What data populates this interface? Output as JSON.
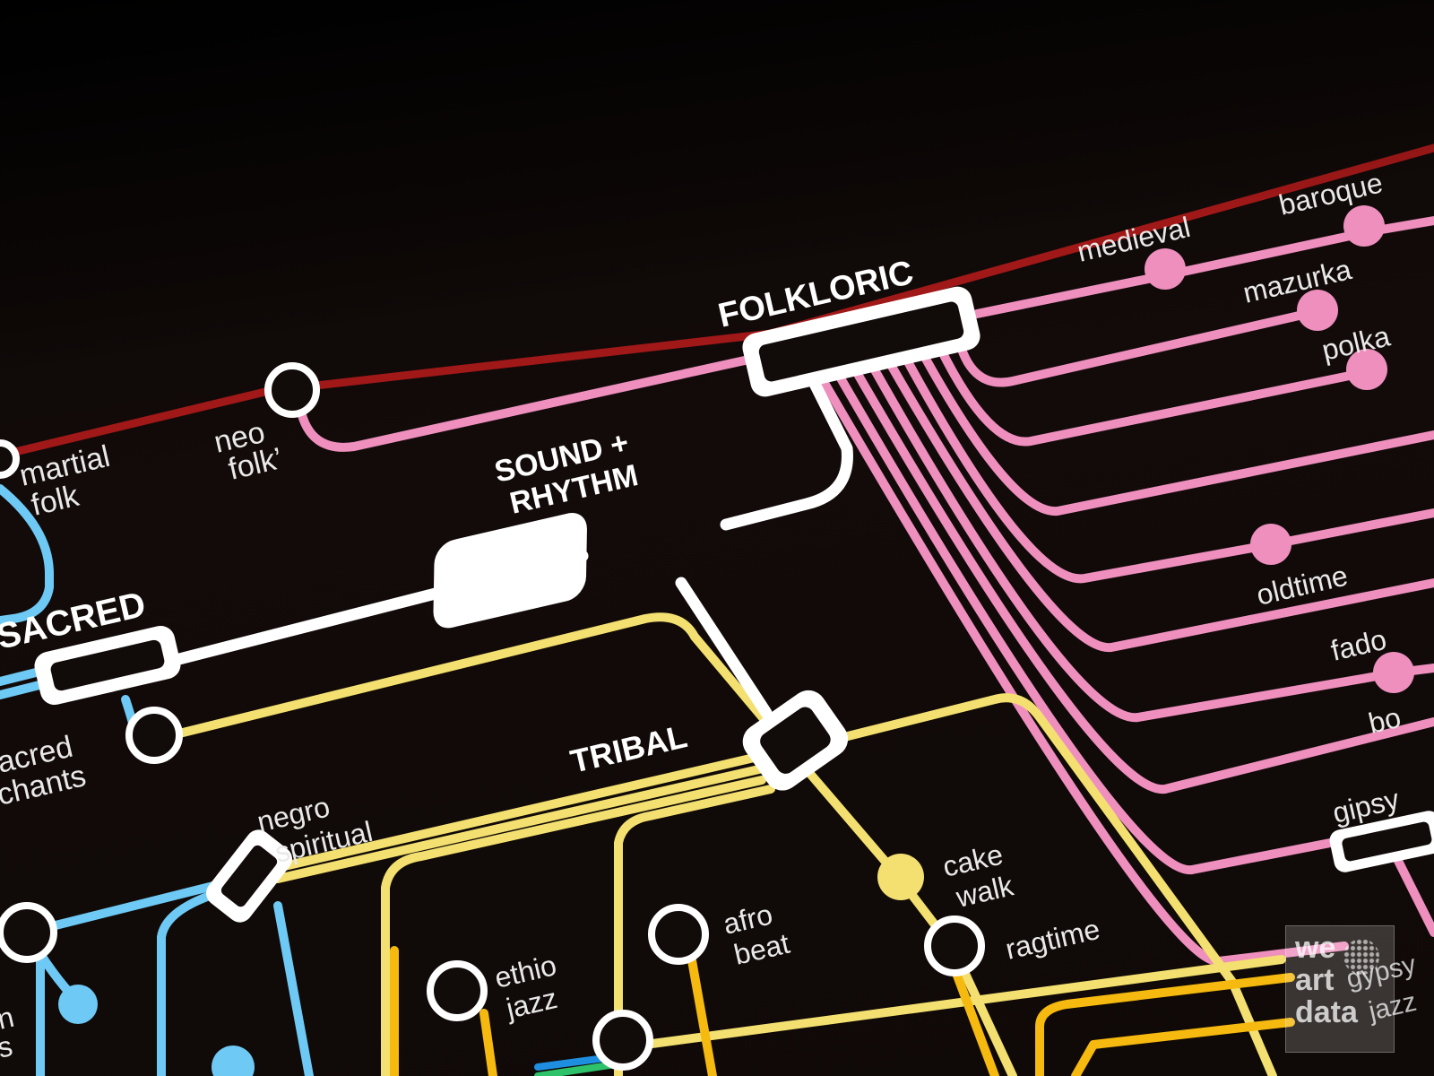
{
  "colors": {
    "background": "#110b09",
    "red": "#a01818",
    "pink": "#ee8fbe",
    "blue": "#6ec9f5",
    "yellow": "#f3e070",
    "orange": "#f5b90f",
    "white": "#ffffff"
  },
  "hubs": {
    "folkloric": "FOLKLORIC",
    "sound_rhythm_line1": "SOUND +",
    "sound_rhythm_line2": "RHYTHM",
    "sacred": "SACRED",
    "tribal": "TRIBAL"
  },
  "stations": {
    "martial_folk": [
      "martial",
      "folk"
    ],
    "neo_folk": [
      "neo",
      "folk’"
    ],
    "medieval": "medieval",
    "baroque": "baroque",
    "mazurka": "mazurka",
    "polka": "polka",
    "oldtime": "oldtime",
    "fado": "fado",
    "bolero": "bo",
    "gipsy": "gipsy",
    "gipsy_jazz": [
      "gypsy",
      "jazz"
    ],
    "sacred_chants": [
      "acred",
      "chants"
    ],
    "negro_spiritual": [
      "negro",
      "spiritual"
    ],
    "cake_walk": [
      "cake",
      "walk"
    ],
    "afro_beat": [
      "afro",
      "beat"
    ],
    "ethio_jazz": [
      "ethio",
      "jazz"
    ],
    "ragtime": "ragtime",
    "partial_left": [
      "n",
      "s"
    ]
  },
  "watermark": [
    "we",
    "art",
    "data"
  ]
}
